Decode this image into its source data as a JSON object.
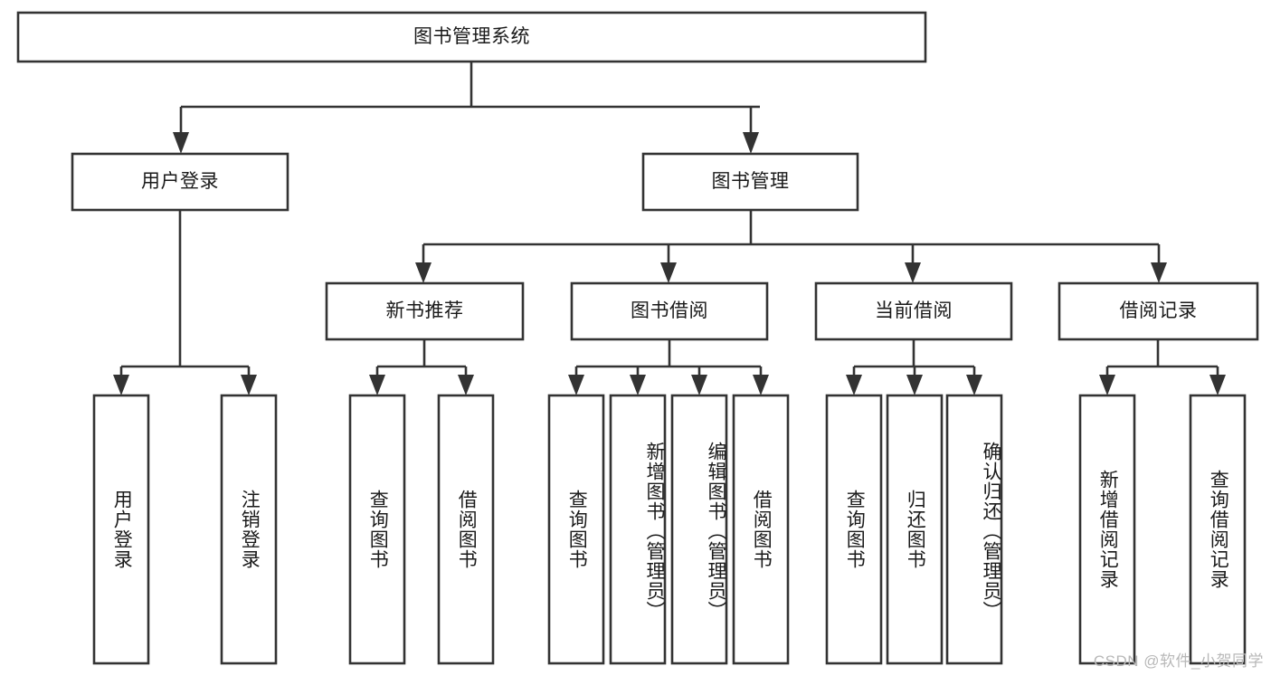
{
  "diagram": {
    "type": "tree-hierarchy",
    "title": "图书管理系统",
    "watermark": "CSDN @软件_小贺同学",
    "colors": {
      "stroke": "#333333",
      "box_fill": "#ffffff",
      "text": "#1a1a1a",
      "background": "#ffffff",
      "watermark": "#b8b8b8"
    },
    "root": {
      "id": "root",
      "label": "图书管理系统",
      "orientation": "horizontal"
    },
    "level2": [
      {
        "id": "user-login",
        "label": "用户登录",
        "orientation": "horizontal"
      },
      {
        "id": "book-management",
        "label": "图书管理",
        "orientation": "horizontal"
      }
    ],
    "level3": [
      {
        "id": "new-book-recommend",
        "label": "新书推荐",
        "orientation": "horizontal",
        "parent": "book-management"
      },
      {
        "id": "book-borrow",
        "label": "图书借阅",
        "orientation": "horizontal",
        "parent": "book-management"
      },
      {
        "id": "current-borrow",
        "label": "当前借阅",
        "orientation": "horizontal",
        "parent": "book-management"
      },
      {
        "id": "borrow-record",
        "label": "借阅记录",
        "orientation": "horizontal",
        "parent": "book-management"
      }
    ],
    "leaves": [
      {
        "id": "leaf-user-login",
        "label": "用户登录",
        "parent": "user-login",
        "orientation": "vertical"
      },
      {
        "id": "leaf-logout-login",
        "label": "注销登录",
        "parent": "user-login",
        "orientation": "vertical"
      },
      {
        "id": "leaf-query-book-1",
        "label": "查询图书",
        "parent": "new-book-recommend",
        "orientation": "vertical"
      },
      {
        "id": "leaf-borrow-book-1",
        "label": "借阅图书",
        "parent": "new-book-recommend",
        "orientation": "vertical"
      },
      {
        "id": "leaf-query-book-2",
        "label": "查询图书",
        "parent": "book-borrow",
        "orientation": "vertical"
      },
      {
        "id": "leaf-add-book",
        "label": "新增图书（管理员）",
        "parent": "book-borrow",
        "orientation": "vertical"
      },
      {
        "id": "leaf-edit-book",
        "label": "编辑图书（管理员）",
        "parent": "book-borrow",
        "orientation": "vertical"
      },
      {
        "id": "leaf-borrow-book-2",
        "label": "借阅图书",
        "parent": "book-borrow",
        "orientation": "vertical"
      },
      {
        "id": "leaf-query-book-3",
        "label": "查询图书",
        "parent": "current-borrow",
        "orientation": "vertical"
      },
      {
        "id": "leaf-return-book",
        "label": "归还图书",
        "parent": "current-borrow",
        "orientation": "vertical"
      },
      {
        "id": "leaf-confirm-return",
        "label": "确认归还（管理员）",
        "parent": "current-borrow",
        "orientation": "vertical"
      },
      {
        "id": "leaf-add-record",
        "label": "新增借阅记录",
        "parent": "borrow-record",
        "orientation": "vertical"
      },
      {
        "id": "leaf-query-record",
        "label": "查询借阅记录",
        "parent": "borrow-record",
        "orientation": "vertical"
      }
    ]
  }
}
